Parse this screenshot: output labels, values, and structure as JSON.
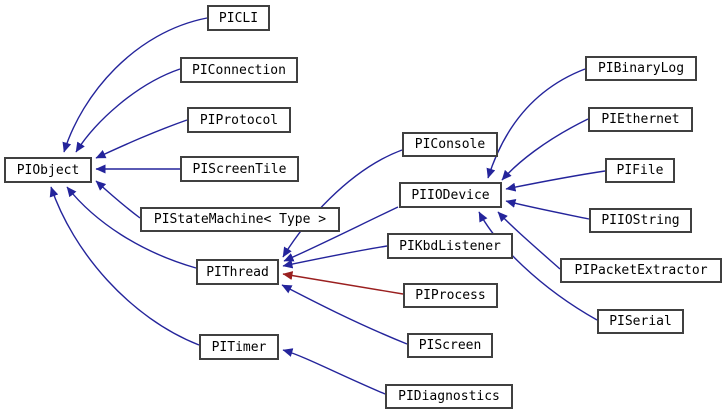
{
  "diagram": {
    "title": "Class inheritance graph",
    "type": "inheritance-graph",
    "colors": {
      "background": "#ffffff",
      "node_fill": "#ffffff",
      "node_border": "#404040",
      "node_text": "#000000",
      "public_inheritance_arrow": "#24249b",
      "private_inheritance_arrow": "#9a1f1f"
    },
    "nodes": [
      {
        "id": "PIObject",
        "label": "PIObject"
      },
      {
        "id": "PICLI",
        "label": "PICLI"
      },
      {
        "id": "PIConnection",
        "label": "PIConnection"
      },
      {
        "id": "PIProtocol",
        "label": "PIProtocol"
      },
      {
        "id": "PIScreenTile",
        "label": "PIScreenTile"
      },
      {
        "id": "PIStateMachine",
        "label": "PIStateMachine< Type >"
      },
      {
        "id": "PIThread",
        "label": "PIThread"
      },
      {
        "id": "PITimer",
        "label": "PITimer"
      },
      {
        "id": "PIConsole",
        "label": "PIConsole"
      },
      {
        "id": "PIIODevice",
        "label": "PIIODevice"
      },
      {
        "id": "PIKbdListener",
        "label": "PIKbdListener"
      },
      {
        "id": "PIProcess",
        "label": "PIProcess"
      },
      {
        "id": "PIScreen",
        "label": "PIScreen"
      },
      {
        "id": "PIDiagnostics",
        "label": "PIDiagnostics"
      },
      {
        "id": "PIBinaryLog",
        "label": "PIBinaryLog"
      },
      {
        "id": "PIEthernet",
        "label": "PIEthernet"
      },
      {
        "id": "PIFile",
        "label": "PIFile"
      },
      {
        "id": "PIIOString",
        "label": "PIIOString"
      },
      {
        "id": "PIPacketExtractor",
        "label": "PIPacketExtractor"
      },
      {
        "id": "PISerial",
        "label": "PISerial"
      }
    ],
    "edges": [
      {
        "from": "PICLI",
        "to": "PIObject",
        "relation": "public"
      },
      {
        "from": "PIConnection",
        "to": "PIObject",
        "relation": "public"
      },
      {
        "from": "PIProtocol",
        "to": "PIObject",
        "relation": "public"
      },
      {
        "from": "PIScreenTile",
        "to": "PIObject",
        "relation": "public"
      },
      {
        "from": "PIStateMachine",
        "to": "PIObject",
        "relation": "public"
      },
      {
        "from": "PIThread",
        "to": "PIObject",
        "relation": "public"
      },
      {
        "from": "PITimer",
        "to": "PIObject",
        "relation": "public"
      },
      {
        "from": "PIConsole",
        "to": "PIThread",
        "relation": "public"
      },
      {
        "from": "PIIODevice",
        "to": "PIThread",
        "relation": "public"
      },
      {
        "from": "PIKbdListener",
        "to": "PIThread",
        "relation": "public"
      },
      {
        "from": "PIProcess",
        "to": "PIThread",
        "relation": "private"
      },
      {
        "from": "PIScreen",
        "to": "PIThread",
        "relation": "public"
      },
      {
        "from": "PIBinaryLog",
        "to": "PIIODevice",
        "relation": "public"
      },
      {
        "from": "PIEthernet",
        "to": "PIIODevice",
        "relation": "public"
      },
      {
        "from": "PIFile",
        "to": "PIIODevice",
        "relation": "public"
      },
      {
        "from": "PIIOString",
        "to": "PIIODevice",
        "relation": "public"
      },
      {
        "from": "PIPacketExtractor",
        "to": "PIIODevice",
        "relation": "public"
      },
      {
        "from": "PISerial",
        "to": "PIIODevice",
        "relation": "public"
      },
      {
        "from": "PIDiagnostics",
        "to": "PITimer",
        "relation": "public"
      }
    ]
  }
}
